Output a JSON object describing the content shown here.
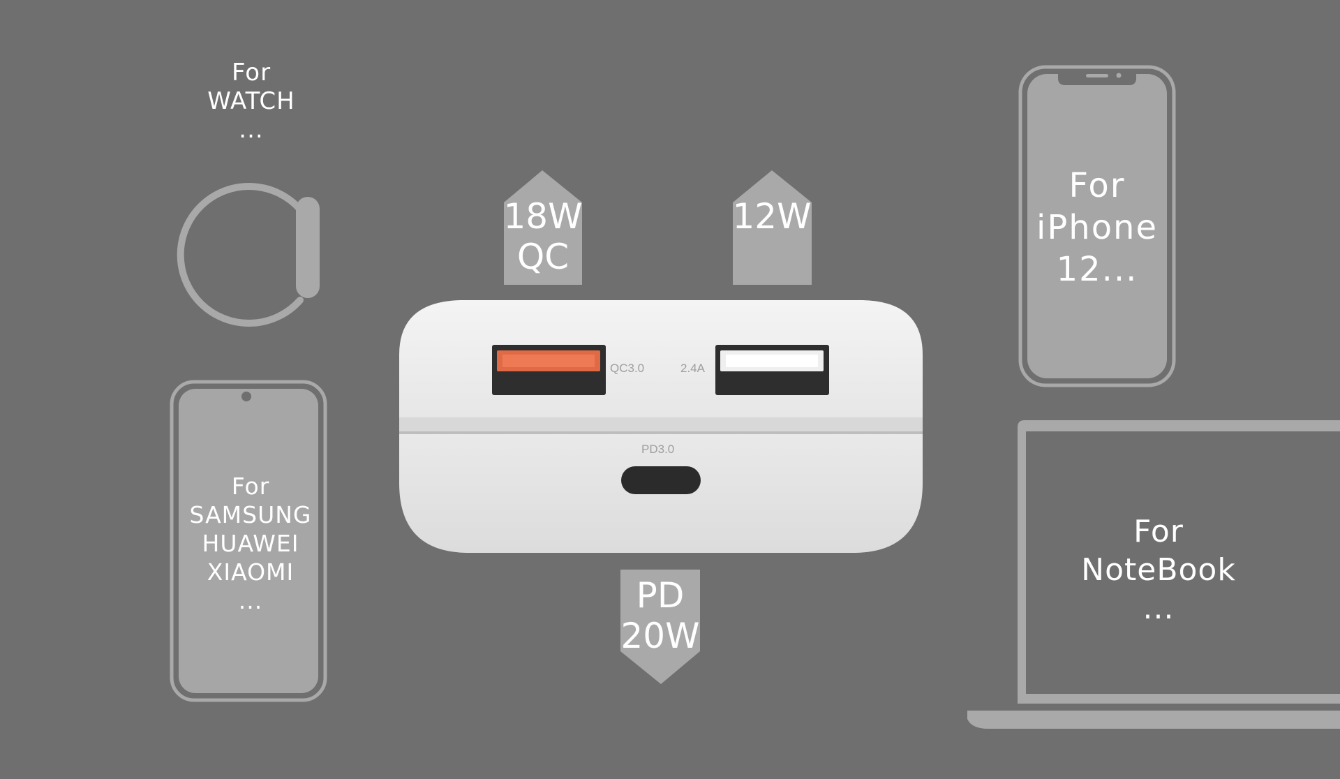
{
  "colors": {
    "background": "#6f6f6f",
    "device_fill": "#a6a6a6",
    "outline": "#a9a9a9",
    "arrow": "#a9a9a9",
    "port_qc_orange": "#e06a45",
    "powerbank_body": "#eeeeee"
  },
  "watch": {
    "lines": [
      "For",
      "WATCH",
      "..."
    ]
  },
  "android": {
    "lines": [
      "For",
      "SAMSUNG",
      "HUAWEI",
      "XIAOMI",
      "..."
    ]
  },
  "iphone": {
    "lines": [
      "For",
      "iPhone",
      "12..."
    ]
  },
  "notebook": {
    "lines": [
      "For",
      "NoteBook",
      "..."
    ]
  },
  "ports": {
    "qc": {
      "arrow_lines": [
        "18W",
        "QC"
      ],
      "port_label": "QC3.0"
    },
    "usb": {
      "arrow_lines": [
        "12W"
      ],
      "port_label": "2.4A"
    },
    "pd": {
      "arrow_lines": [
        "PD",
        "20W"
      ],
      "port_label": "PD3.0"
    }
  },
  "icons": [
    "watch-icon",
    "android-phone-icon",
    "iphone-icon",
    "notebook-icon",
    "power-bank-icon"
  ]
}
